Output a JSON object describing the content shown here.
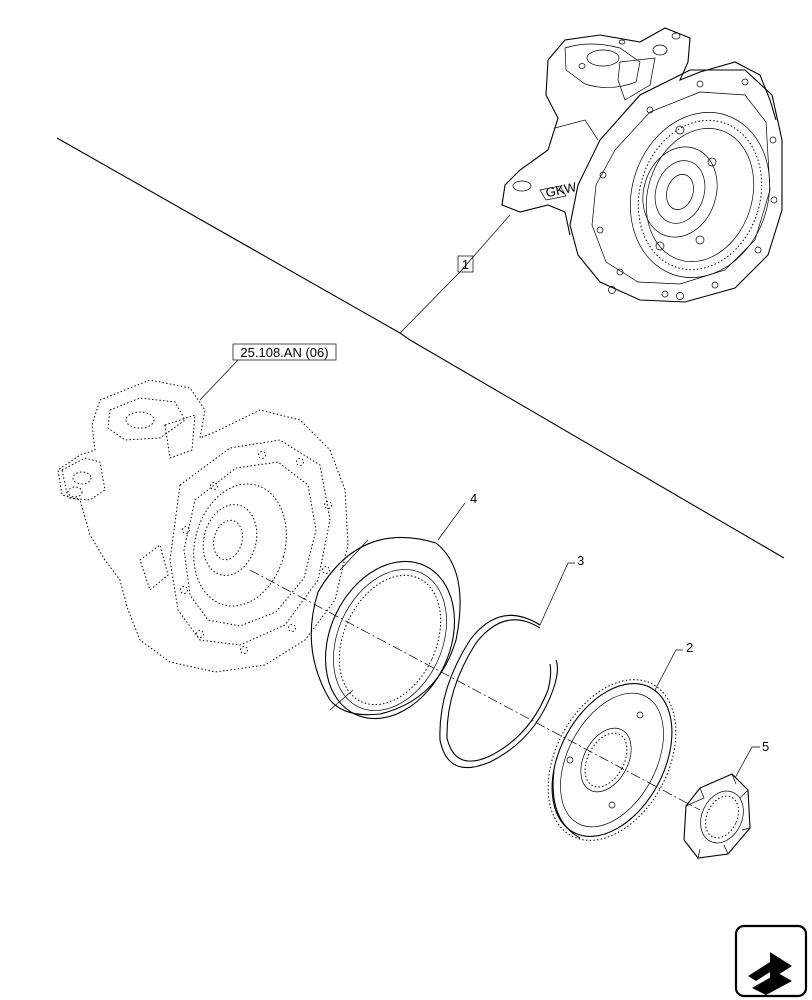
{
  "callouts": {
    "item_1": "1",
    "item_2": "2",
    "item_3": "3",
    "item_4": "4",
    "item_5": "5",
    "reference": "25.108.AN (06)",
    "housing_marking": "GKW"
  },
  "icons": {
    "nav": "next-page-arrow-icon"
  }
}
